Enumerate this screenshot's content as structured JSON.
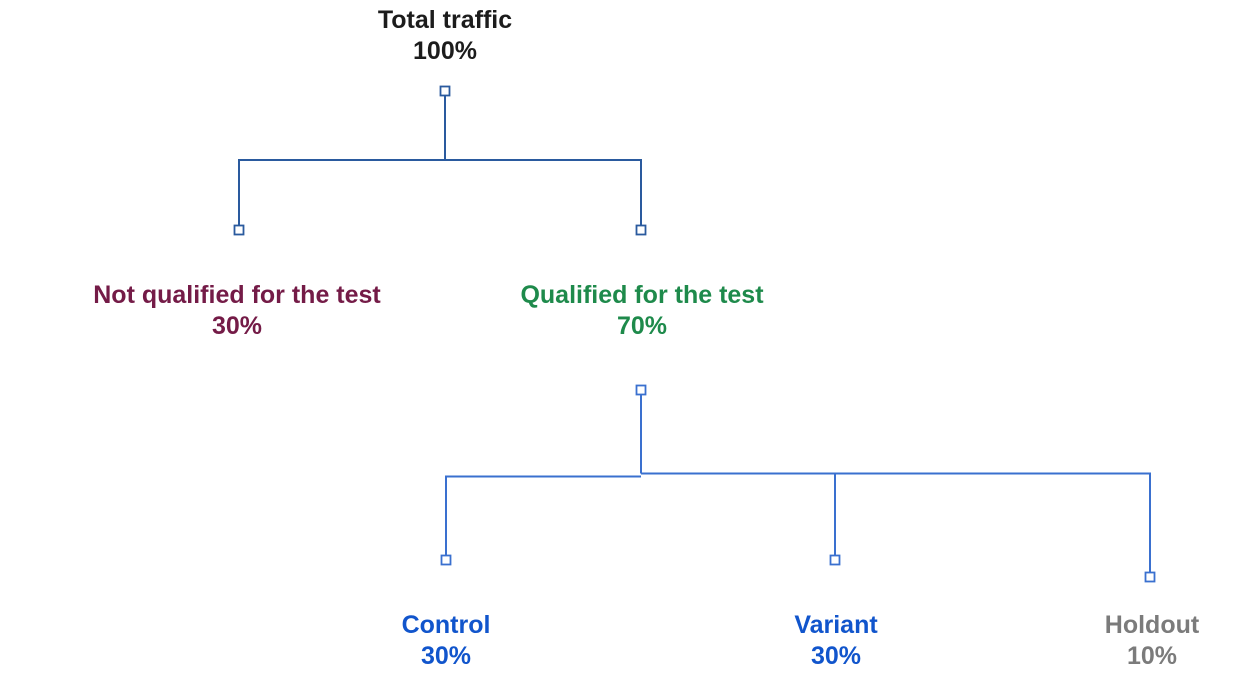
{
  "diagram": {
    "nodes": {
      "total": {
        "label": "Total traffic",
        "value": "100%"
      },
      "not_qualified": {
        "label": "Not qualified for the test",
        "value": "30%"
      },
      "qualified": {
        "label": "Qualified for the test",
        "value": "70%"
      },
      "control": {
        "label": "Control",
        "value": "30%"
      },
      "variant": {
        "label": "Variant",
        "value": "30%"
      },
      "holdout": {
        "label": "Holdout",
        "value": "10%"
      }
    },
    "edges": [
      {
        "from": "total",
        "to": "not_qualified"
      },
      {
        "from": "total",
        "to": "qualified"
      },
      {
        "from": "qualified",
        "to": "control"
      },
      {
        "from": "qualified",
        "to": "variant"
      },
      {
        "from": "qualified",
        "to": "holdout"
      }
    ],
    "colors": {
      "background": "#ffffff",
      "total_text": "#1c1c1c",
      "not_qualified_text": "#741b47",
      "qualified_text": "#1e8a4b",
      "control_text": "#1155cc",
      "variant_text": "#1155cc",
      "holdout_text": "#7b7b7b",
      "connector_level1": "#2a5a9e",
      "connector_level2": "#3a70cf"
    }
  }
}
